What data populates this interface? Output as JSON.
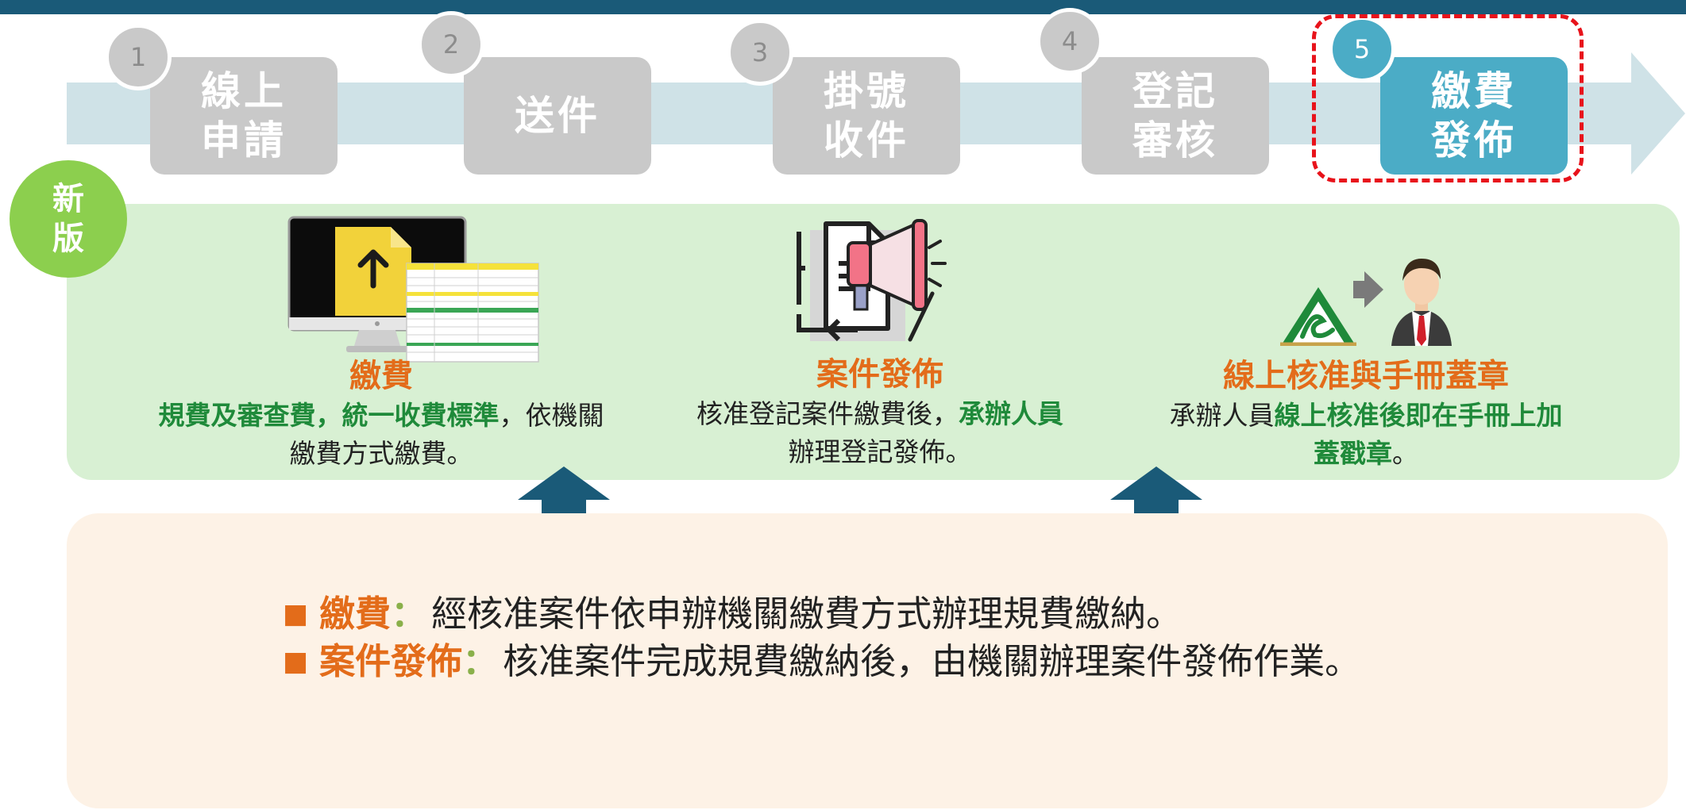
{
  "steps": [
    {
      "number": "1",
      "label": "線上\n申請",
      "active": false
    },
    {
      "number": "2",
      "label": "送件",
      "active": false
    },
    {
      "number": "3",
      "label": "掛號\n收件",
      "active": false
    },
    {
      "number": "4",
      "label": "登記\n審核",
      "active": false
    },
    {
      "number": "5",
      "label": "繳費\n發佈",
      "active": true
    }
  ],
  "badge": {
    "label": "新\n版"
  },
  "cards": {
    "payment": {
      "title": "繳費",
      "desc_bold": "規費及審查費，統一收費標準",
      "desc_rest": "，依機關繳費方式繳費。"
    },
    "publish": {
      "title": "案件發佈",
      "desc_pre": "核准登記案件繳費後，",
      "desc_bold": "承辦人員",
      "desc_rest": "辦理登記發佈。"
    },
    "approve": {
      "title": "線上核准與手冊蓋章",
      "desc_pre": "承辦人員",
      "desc_bold": "線上核准後即在手冊上加蓋戳章",
      "desc_rest": "。"
    }
  },
  "notes": [
    {
      "term": "繳費",
      "colon": "：",
      "text": "經核准案件依申辦機關繳費方式辦理規費繳納。"
    },
    {
      "term": "案件發佈",
      "colon": "：",
      "text": "核准案件完成規費繳納後，由機關辦理案件發佈作業。"
    }
  ],
  "colors": {
    "inactive_step": "#c9c9c9",
    "active_step": "#4bacc6",
    "highlight_border": "#e8131b",
    "green_panel": "#d8f0d3",
    "peach_panel": "#fdf2e6",
    "accent_orange": "#e36c1a",
    "accent_green": "#1f8a3a",
    "arrow_blue": "#1a5a78"
  }
}
